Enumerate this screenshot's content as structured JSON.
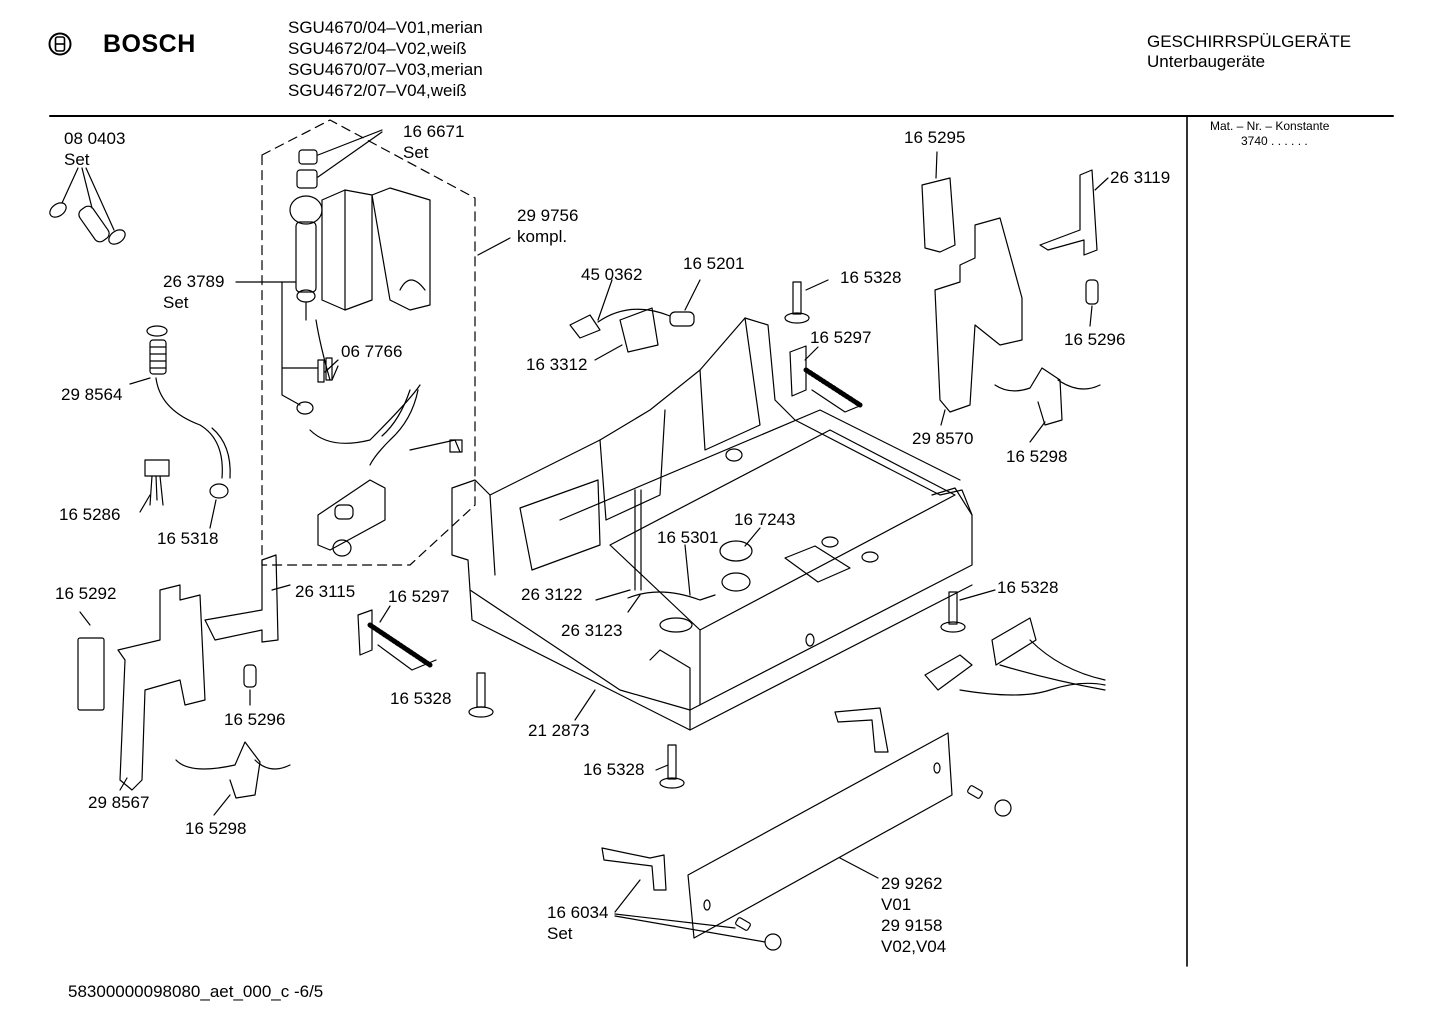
{
  "header": {
    "brand": "BOSCH",
    "models": [
      "SGU4670/04–V01,merian",
      "SGU4672/04–V02,weiß",
      "SGU4670/07–V03,merian",
      "SGU4672/07–V04,weiß"
    ],
    "category_title": "GESCHIRRSPÜLGERÄTE",
    "category_subtitle": "Unterbaugeräte"
  },
  "sidebar": {
    "mat_label": "Mat. – Nr. – Konstante",
    "mat_value": "3740 .  .  .  .  .  ."
  },
  "footer": {
    "doc_id": "58300000098080_aet_000_c  -6/5"
  },
  "parts": [
    {
      "id": "p-080403",
      "lines": [
        "08 0403",
        "Set"
      ]
    },
    {
      "id": "p-166671",
      "lines": [
        "16 6671",
        "Set"
      ]
    },
    {
      "id": "p-299756",
      "lines": [
        "29 9756",
        "kompl."
      ]
    },
    {
      "id": "p-263789",
      "lines": [
        "26 3789",
        "Set"
      ]
    },
    {
      "id": "p-298564",
      "lines": [
        "29 8564"
      ]
    },
    {
      "id": "p-067766",
      "lines": [
        "06 7766"
      ]
    },
    {
      "id": "p-165286",
      "lines": [
        "16 5286"
      ]
    },
    {
      "id": "p-165318",
      "lines": [
        "16 5318"
      ]
    },
    {
      "id": "p-165292",
      "lines": [
        "16 5292"
      ]
    },
    {
      "id": "p-263115",
      "lines": [
        "26 3115"
      ]
    },
    {
      "id": "p-165297a",
      "lines": [
        "16 5297"
      ]
    },
    {
      "id": "p-165296a",
      "lines": [
        "16 5296"
      ]
    },
    {
      "id": "p-165328a",
      "lines": [
        "16 5328"
      ]
    },
    {
      "id": "p-298567",
      "lines": [
        "29 8567"
      ]
    },
    {
      "id": "p-165298a",
      "lines": [
        "16 5298"
      ]
    },
    {
      "id": "p-450362",
      "lines": [
        "45 0362"
      ]
    },
    {
      "id": "p-165201",
      "lines": [
        "16 5201"
      ]
    },
    {
      "id": "p-163312",
      "lines": [
        "16 3312"
      ]
    },
    {
      "id": "p-165328b",
      "lines": [
        "16 5328"
      ]
    },
    {
      "id": "p-165297b",
      "lines": [
        "16 5297"
      ]
    },
    {
      "id": "p-165295",
      "lines": [
        "16 5295"
      ]
    },
    {
      "id": "p-263119",
      "lines": [
        "26 3119"
      ]
    },
    {
      "id": "p-165296b",
      "lines": [
        "16 5296"
      ]
    },
    {
      "id": "p-298570",
      "lines": [
        "29 8570"
      ]
    },
    {
      "id": "p-165298b",
      "lines": [
        "16 5298"
      ]
    },
    {
      "id": "p-167243",
      "lines": [
        "16 7243"
      ]
    },
    {
      "id": "p-165301",
      "lines": [
        "16 5301"
      ]
    },
    {
      "id": "p-263122",
      "lines": [
        "26 3122"
      ]
    },
    {
      "id": "p-263123",
      "lines": [
        "26 3123"
      ]
    },
    {
      "id": "p-165328c",
      "lines": [
        "16 5328"
      ]
    },
    {
      "id": "p-212873",
      "lines": [
        "21 2873"
      ]
    },
    {
      "id": "p-165328d",
      "lines": [
        "16 5328"
      ]
    },
    {
      "id": "p-299262",
      "lines": [
        "29 9262",
        "V01",
        "29 9158",
        "V02,V04"
      ]
    },
    {
      "id": "p-166034",
      "lines": [
        "16 6034",
        "Set"
      ]
    }
  ]
}
